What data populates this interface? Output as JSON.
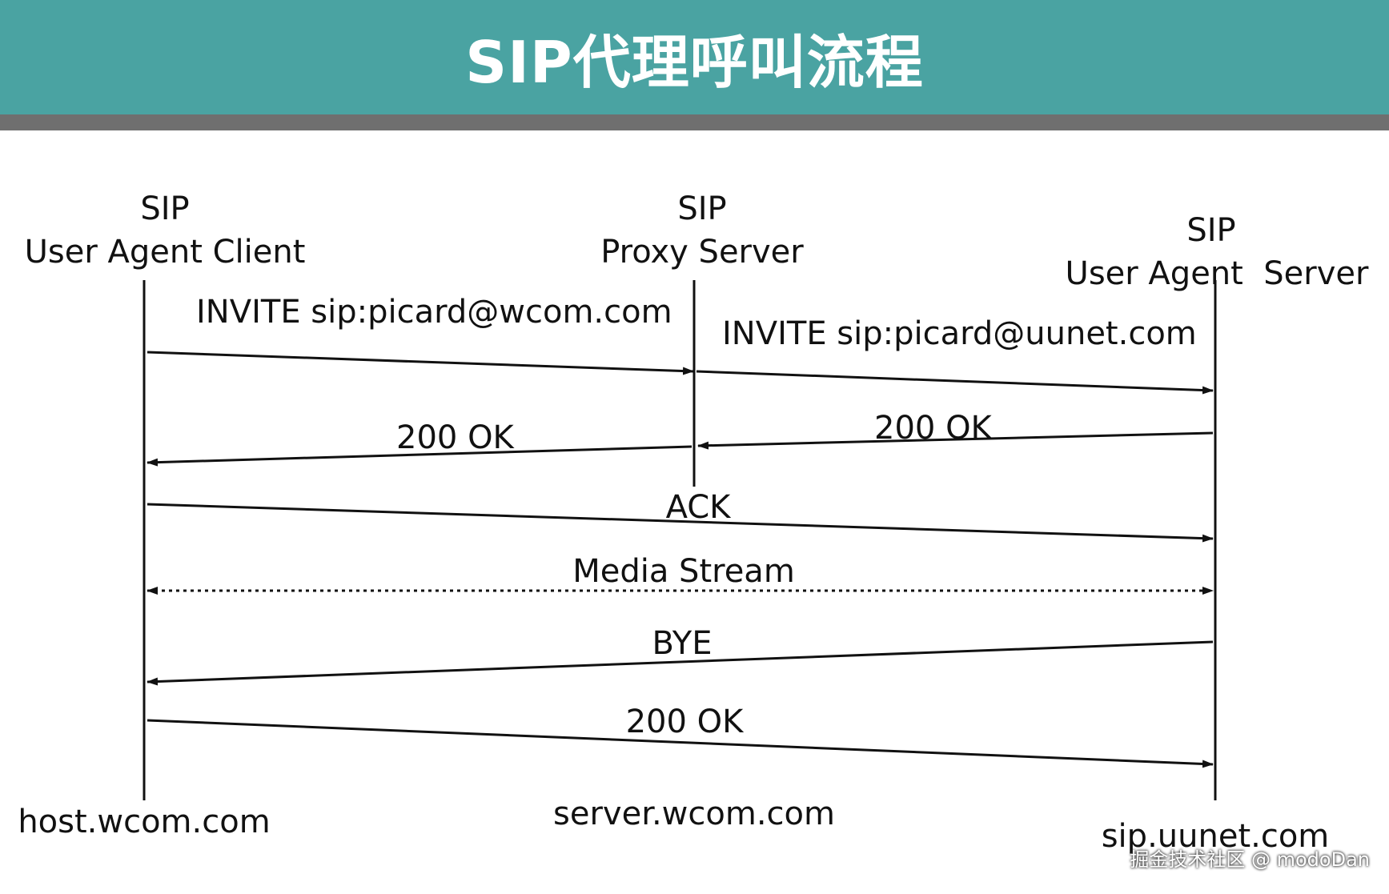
{
  "title": "SIP代理呼叫流程",
  "participants": {
    "client": {
      "line1": "SIP",
      "line2": "User Agent Client",
      "host": "host.wcom.com"
    },
    "proxy": {
      "line1": "SIP",
      "line2": "Proxy Server",
      "host": "server.wcom.com"
    },
    "server": {
      "line1": "SIP",
      "line2": "User Agent  Server",
      "host": "sip.uunet.com"
    }
  },
  "messages": {
    "invite1": "INVITE sip:picard@wcom.com",
    "invite2": "INVITE sip:picard@uunet.com",
    "ok_proxy_to_client": "200 OK",
    "ok_server_to_proxy": "200 OK",
    "ack": "ACK",
    "media": "Media Stream",
    "bye": "BYE",
    "ok_bye": "200 OK"
  },
  "watermark": "掘金技术社区 @ modoDan",
  "colors": {
    "header": "#4aa3a2",
    "header_bar": "#6f6f6f",
    "line": "#111111"
  }
}
